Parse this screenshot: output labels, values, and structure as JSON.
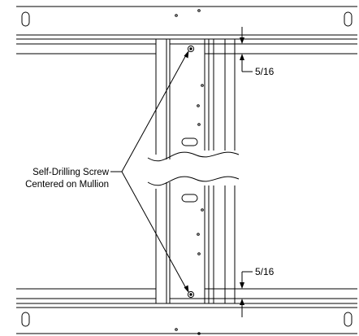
{
  "callout": {
    "line1": "Self-Drilling Screw",
    "line2": "Centered on Mullion"
  },
  "dimensions": {
    "top": "5/16",
    "bottom": "5/16"
  },
  "colors": {
    "stroke": "#000000",
    "background": "#ffffff"
  }
}
